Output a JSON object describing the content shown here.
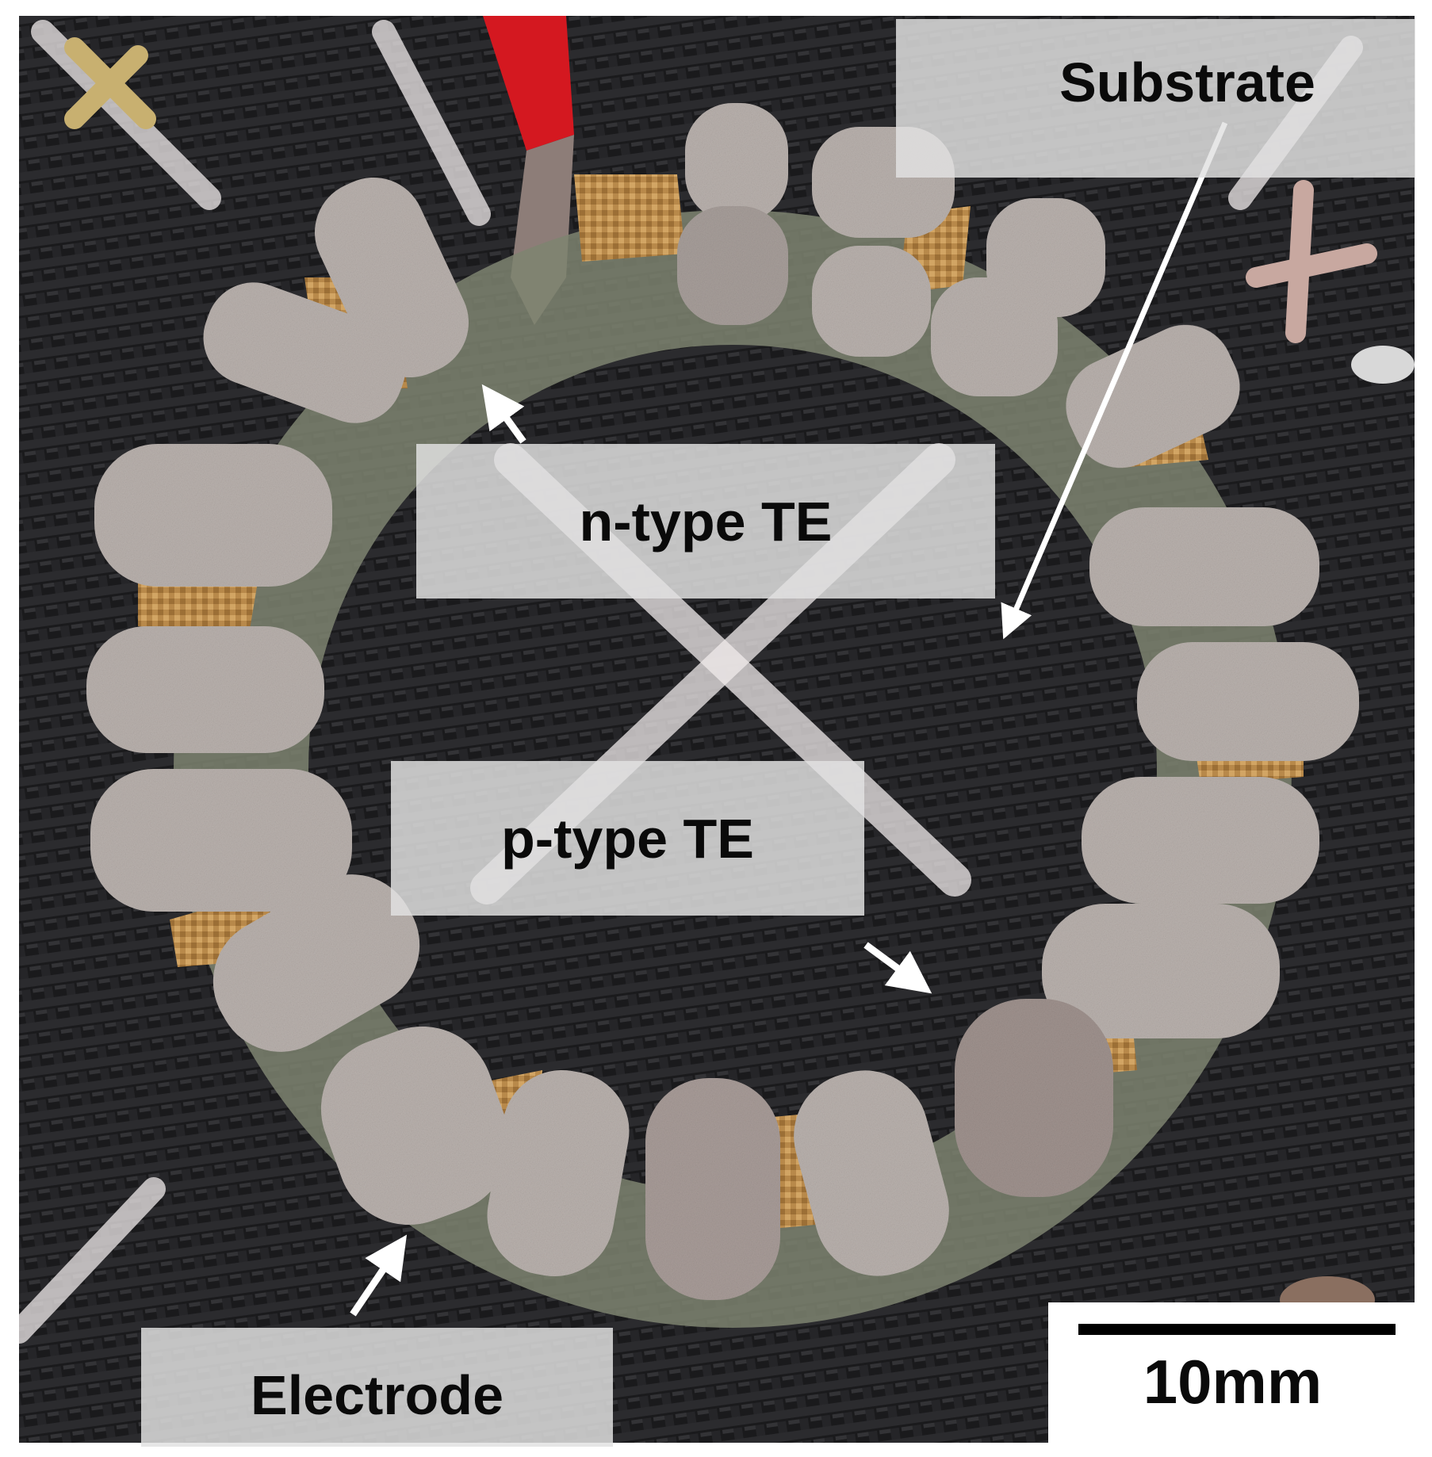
{
  "labels": {
    "substrate": "Substrate",
    "n_type": "n-type TE",
    "p_type": "p-type TE",
    "electrode": "Electrode"
  },
  "scale_bar": {
    "label": "10mm"
  },
  "colors": {
    "fabric_background": "#1b1b1d",
    "te_legs": "#b9b1ad",
    "electrode": "#8a8f7a",
    "substrate_weave": "#b8894a",
    "wire_insulation": "#d41820",
    "label_box": "#e1e1e1",
    "arrow": "#ffffff"
  }
}
